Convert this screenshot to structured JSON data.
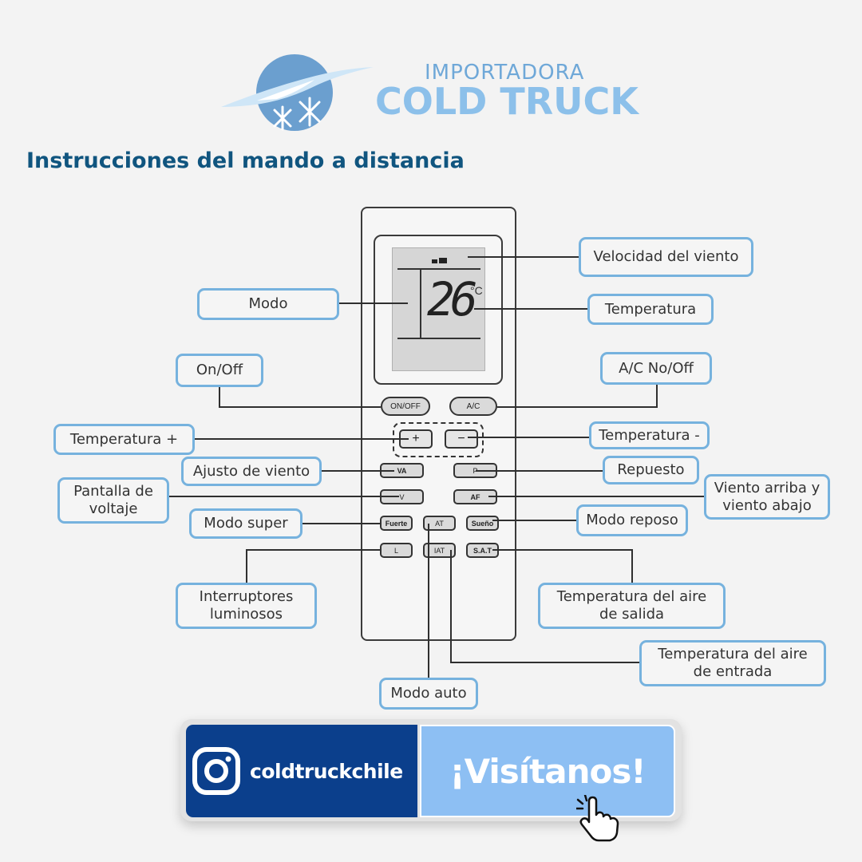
{
  "brand": {
    "top_text": "IMPORTADORA",
    "main_text": "COLD TRUCK",
    "colors": {
      "dark_blue": "#10557f",
      "light_blue": "#8cc0ea",
      "callout_border": "#76b2de"
    }
  },
  "title": "Instrucciones del mando a distancia",
  "remote": {
    "display": {
      "temperature": "26",
      "unit": "°C"
    },
    "keys": {
      "on_off": "ON/OFF",
      "ac": "A/C",
      "plus": "+",
      "minus": "−",
      "va": "VA",
      "p": "P",
      "v": "V",
      "af": "AF",
      "fuerte": "Fuerte",
      "at": "AT",
      "sueno": "Sueño",
      "l": "L",
      "iat": "IAT",
      "sat": "S.A.T"
    }
  },
  "callouts": {
    "velocidad": "Velocidad del viento",
    "modo": "Modo",
    "temperatura": "Temperatura",
    "on_off": "On/Off",
    "ac": "A/C No/Off",
    "temp_plus": "Temperatura +",
    "temp_minus": "Temperatura -",
    "ajuste": "Ajusto de viento",
    "repuesto": "Repuesto",
    "pantalla_1": "Pantalla de",
    "pantalla_2": "voltaje",
    "viento_1": "Viento arriba y",
    "viento_2": "viento abajo",
    "super": "Modo super",
    "reposo": "Modo reposo",
    "luz_1": "Interruptores",
    "luz_2": "luminosos",
    "salida_1": "Temperatura del aire",
    "salida_2": "de salida",
    "entrada_1": "Temperatura del aire",
    "entrada_2": "de entrada",
    "auto": "Modo auto"
  },
  "banner": {
    "icon": "instagram-icon",
    "handle": "coldtruckchile",
    "cta": "¡Visítanos!",
    "cursor_icon": "hand-pointer-icon"
  }
}
